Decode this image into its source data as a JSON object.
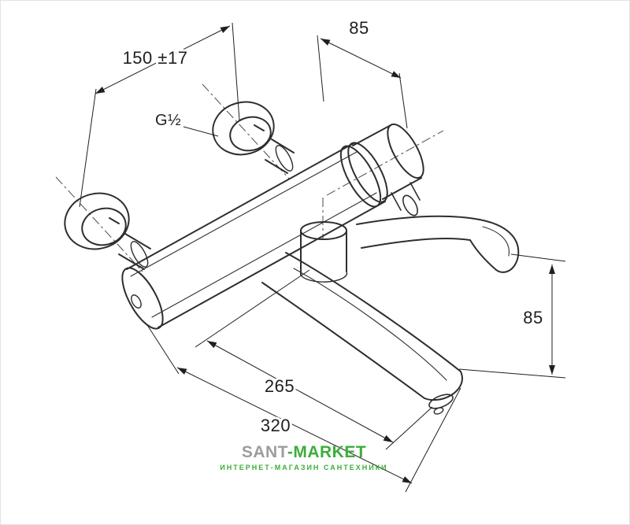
{
  "drawing": {
    "title": "wall-mounted bath mixer faucet technical drawing",
    "labels": {
      "mount_spacing": "150 ±17",
      "top_depth": "85",
      "thread": "G½",
      "reach_inner": "265",
      "reach_outer": "320",
      "drop_height": "85"
    },
    "colors": {
      "line": "#2e2e2e",
      "dimension": "#1f1f1f",
      "centerline": "#4a4a4a"
    }
  },
  "watermark": {
    "brand_gray": "SANT",
    "brand_green": "-MARKET",
    "subtitle": "ИНТЕРНЕТ-МАГАЗИН САНТЕХНИКИ",
    "gray": "#9d9d9d",
    "green": "#3cae3a"
  }
}
